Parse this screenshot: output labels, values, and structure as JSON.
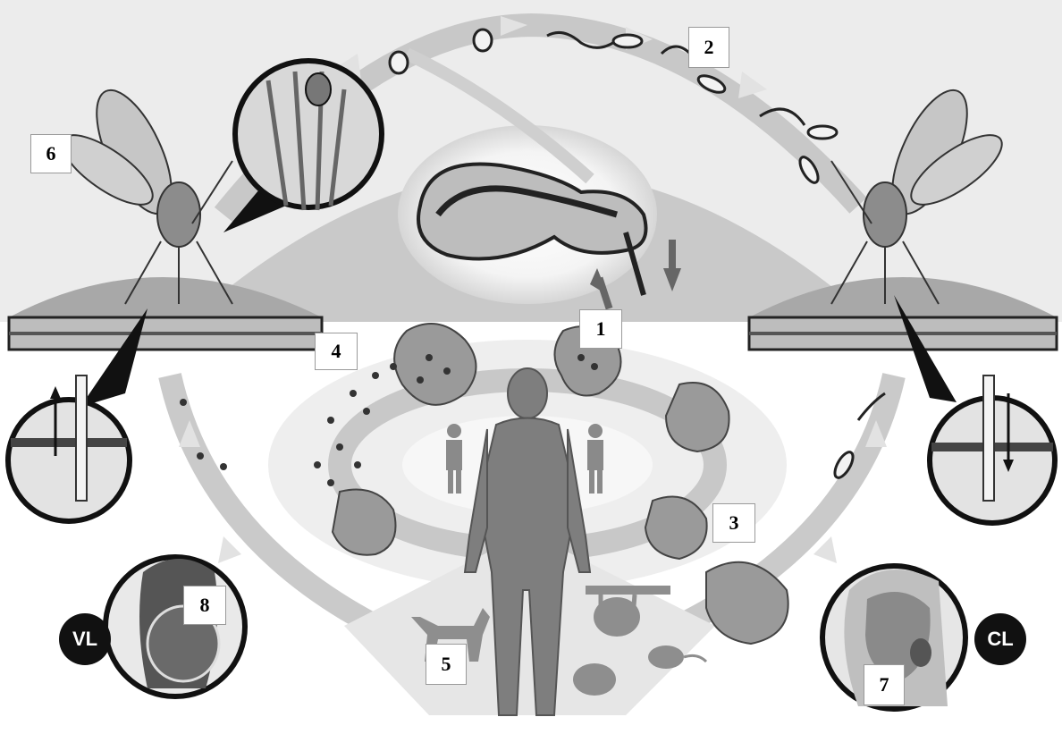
{
  "labels": {
    "n1": "1",
    "n2": "2",
    "n3": "3",
    "n4": "4",
    "n5": "5",
    "n6": "6",
    "n7": "7",
    "n8": "8"
  },
  "badges": {
    "vl": "VL",
    "cl": "CL"
  },
  "colors": {
    "sky_band": "#ececec",
    "dome": "#c9c9c9",
    "arrow": "#bdbdbd",
    "skin": "#a8a8a8",
    "human": "#7e7e7e",
    "cell": "#9a9a9a",
    "dark": "#222222"
  },
  "icons": [
    "sandfly-icon",
    "sandfly-gut-icon",
    "macrophage-icon",
    "human-figure-icon",
    "dog-icon",
    "rodent-icon",
    "sloth-icon",
    "promastigote-icon",
    "amastigote-icon",
    "skin-section-icon"
  ]
}
